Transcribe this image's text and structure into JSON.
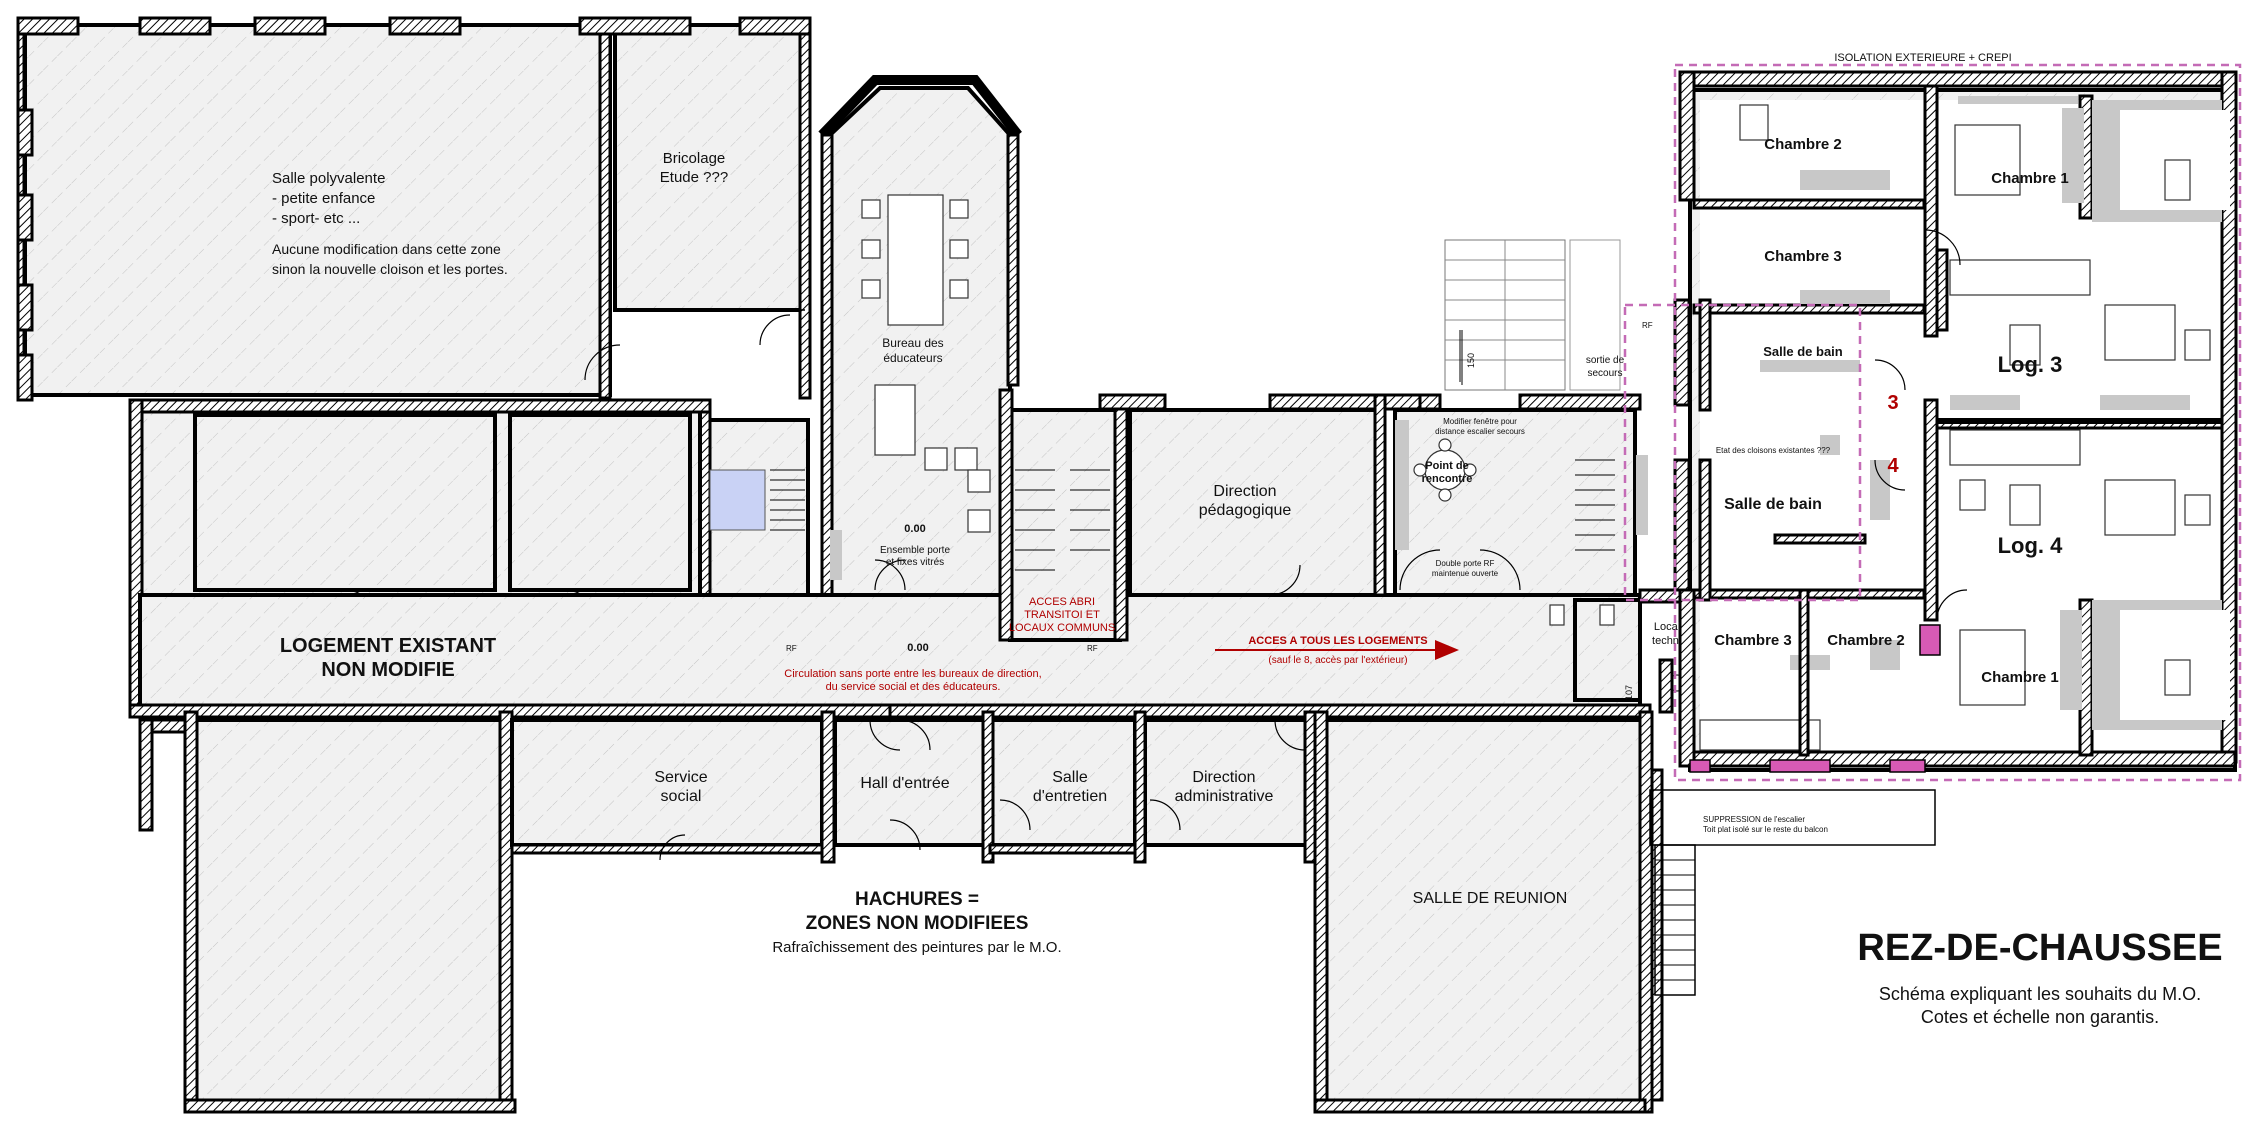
{
  "plan": {
    "title": "REZ-DE-CHAUSSEE",
    "subtitle_line1": "Schéma expliquant les souhaits du M.O.",
    "subtitle_line2": "Cotes et échelle non garantis.",
    "hatch_note_line1": "HACHURES =",
    "hatch_note_line2": "ZONES NON MODIFIEES",
    "hatch_note_line3": "Rafraîchissement des peintures par le M.O.",
    "isolation_note": "ISOLATION EXTERIEURE + CREPI",
    "rooms": {
      "salle_poly_1": "Salle polyvalente",
      "salle_poly_2": "-  petite enfance",
      "salle_poly_3": "-  sport- etc ...",
      "salle_poly_4": "Aucune modification dans cette zone",
      "salle_poly_5": "sinon la nouvelle cloison et les portes.",
      "bricolage_1": "Bricolage",
      "bricolage_2": "Etude ???",
      "bureau_educ_1": "Bureau des",
      "bureau_educ_2": "éducateurs",
      "bureau_level": "0.00",
      "ensemble_porte_1": "Ensemble porte",
      "ensemble_porte_2": "et fixes vitrés",
      "logement_1": "LOGEMENT EXISTANT",
      "logement_2": "NON MODIFIE",
      "corridor_level": "0.00",
      "circulation_1": "Circulation sans porte entre les bureaux de direction,",
      "circulation_2": "du service social et des éducateurs.",
      "acces_abri_1": "ACCES ABRI",
      "acces_abri_2": "TRANSITOI ET",
      "acces_abri_3": "LOCAUX COMMUNS",
      "rf_1": "RF",
      "rf_2": "RF",
      "rf_3": "RF",
      "direction_peda_1": "Direction",
      "direction_peda_2": "pédagogique",
      "acces_logements_1": "ACCES A TOUS LES LOGEMENTS",
      "acces_logements_2": "(sauf le 8, accès par l'extérieur)",
      "point_rencontre_1": "Point de",
      "point_rencontre_2": "rencontre",
      "modifier_fenetre_1": "Modifier fenêtre pour",
      "modifier_fenetre_2": "distance escalier secours",
      "double_porte_1": "Double porte RF",
      "double_porte_2": "maintenue ouverte",
      "dim_150": "150",
      "dim_107": "107",
      "sortie_1": "sortie de",
      "sortie_2": "secours",
      "etat_cloisons": "Etat des cloisons existantes ???",
      "local_techn_1": "Local",
      "local_techn_2": "techn.",
      "service_social_1": "Service",
      "service_social_2": "social",
      "hall": "Hall d'entrée",
      "salle_entretien_1": "Salle",
      "salle_entretien_2": "d'entretien",
      "direction_admin_1": "Direction",
      "direction_admin_2": "administrative",
      "salle_reunion": "SALLE DE REUNION",
      "chambre2_top": "Chambre 2",
      "chambre3_top": "Chambre 3",
      "salle_bain_top": "Salle de bain",
      "chambre1_top": "Chambre 1",
      "log3": "Log. 3",
      "num3": "3",
      "num4": "4",
      "salle_bain_bottom": "Salle de bain",
      "log4": "Log. 4",
      "chambre3_bottom": "Chambre 3",
      "chambre2_bottom": "Chambre 2",
      "chambre1_bottom": "Chambre 1",
      "suppression_1": "SUPPRESSION de l'escalier",
      "suppression_2": "Toit plat isolé sur le reste du balcon"
    }
  },
  "colors": {
    "wall": "#000000",
    "accent_red": "#b00000",
    "pink_zone": "#d75ab5",
    "highlight_blue": "#c9d2f5",
    "grey_furniture": "#c8c8c8"
  }
}
